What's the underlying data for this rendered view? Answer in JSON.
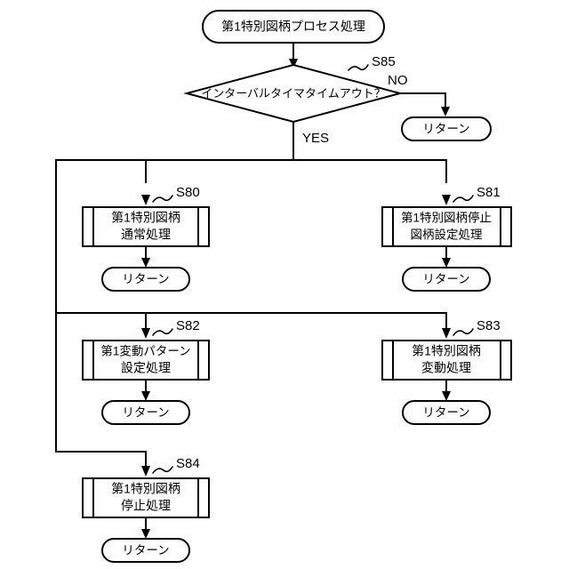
{
  "diagram": {
    "type": "flowchart",
    "language": "ja",
    "title_node": {
      "id": "start",
      "shape": "terminator",
      "label": "第1特別図柄プロセス処理"
    },
    "decision": {
      "id": "S85",
      "shape": "diamond",
      "label": "インターバルタイマタイムアウト？",
      "step": "S85",
      "yes_label": "YES",
      "no_label": "NO"
    },
    "return_label": "リターン",
    "processes": [
      {
        "id": "S80",
        "step": "S80",
        "shape": "predefined-process",
        "line1": "第1特別図柄",
        "line2": "通常処理",
        "column": "left",
        "row": 1
      },
      {
        "id": "S81",
        "step": "S81",
        "shape": "predefined-process",
        "line1": "第1特別図柄停止",
        "line2": "図柄設定処理",
        "column": "right",
        "row": 1
      },
      {
        "id": "S82",
        "step": "S82",
        "shape": "predefined-process",
        "line1": "第1変動パターン",
        "line2": "設定処理",
        "column": "left",
        "row": 2
      },
      {
        "id": "S83",
        "step": "S83",
        "shape": "predefined-process",
        "line1": "第1特別図柄",
        "line2": "変動処理",
        "column": "right",
        "row": 2
      },
      {
        "id": "S84",
        "step": "S84",
        "shape": "predefined-process",
        "line1": "第1特別図柄",
        "line2": "停止処理",
        "column": "left",
        "row": 3
      }
    ],
    "returns": [
      {
        "id": "ret-no",
        "label": "リターン"
      },
      {
        "id": "ret-s80",
        "label": "リターン"
      },
      {
        "id": "ret-s81",
        "label": "リターン"
      },
      {
        "id": "ret-s82",
        "label": "リターン"
      },
      {
        "id": "ret-s83",
        "label": "リターン"
      },
      {
        "id": "ret-s84",
        "label": "リターン"
      }
    ],
    "colors": {
      "stroke": "#000000",
      "fill": "#ffffff",
      "background": "#ffffff"
    }
  }
}
